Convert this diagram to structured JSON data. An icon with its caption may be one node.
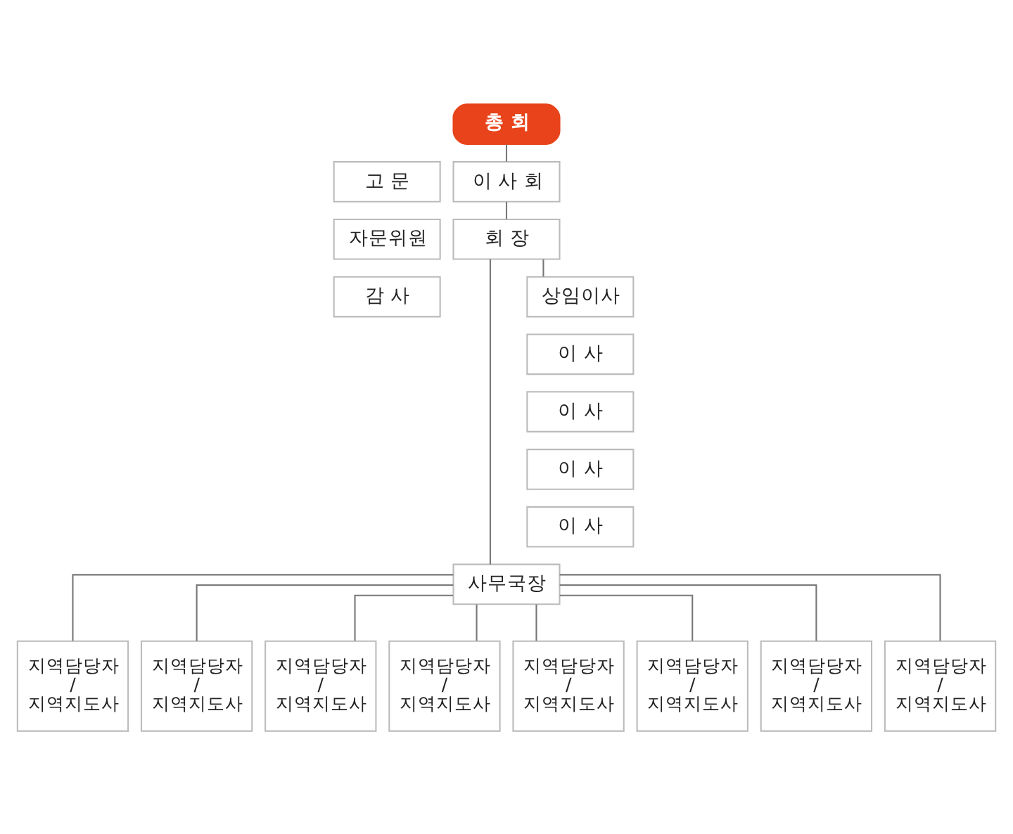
{
  "diagram": {
    "nodes": [
      {
        "text": [
          "총 회"
        ]
      },
      {
        "text": [
          "이 사 회"
        ]
      },
      {
        "text": [
          "회 장"
        ]
      },
      {
        "text": [
          "고 문"
        ]
      },
      {
        "text": [
          "자문위원"
        ]
      },
      {
        "text": [
          "감 사"
        ]
      },
      {
        "text": [
          "상임이사"
        ]
      },
      {
        "text": [
          "이 사"
        ]
      },
      {
        "text": [
          "이 사"
        ]
      },
      {
        "text": [
          "이 사"
        ]
      },
      {
        "text": [
          "이 사"
        ]
      },
      {
        "text": [
          "사무국장"
        ]
      },
      {
        "text": [
          "지역담당자 / 지역지도사"
        ]
      },
      {
        "text": [
          "지역담당자 / 지역지도사"
        ]
      },
      {
        "text": [
          "지역담당자 / 지역지도사"
        ]
      },
      {
        "text": [
          "지역담당자 / 지역지도사"
        ]
      },
      {
        "text": [
          "지역담당자 / 지역지도사"
        ]
      },
      {
        "text": [
          "지역담당자 / 지역지도사"
        ]
      },
      {
        "text": [
          "지역담당자 / 지역지도사"
        ]
      },
      {
        "text": [
          "지역담당자 / 지역지도사"
        ]
      }
    ],
    "edges": [
      {
        "from": 0,
        "to": 1,
        "arrow": "none"
      },
      {
        "from": 1,
        "to": 2,
        "arrow": "none"
      },
      {
        "from": 2,
        "to": 11,
        "arrow": "none"
      },
      {
        "from": 2,
        "to": 6,
        "arrow": "none"
      },
      {
        "from": 11,
        "to": 12,
        "arrow": "none"
      },
      {
        "from": 11,
        "to": 13,
        "arrow": "none"
      },
      {
        "from": 11,
        "to": 14,
        "arrow": "none"
      },
      {
        "from": 11,
        "to": 15,
        "arrow": "none"
      },
      {
        "from": 11,
        "to": 16,
        "arrow": "none"
      },
      {
        "from": 11,
        "to": 17,
        "arrow": "none"
      },
      {
        "from": 11,
        "to": 18,
        "arrow": "none"
      },
      {
        "from": 11,
        "to": 19,
        "arrow": "none"
      }
    ]
  }
}
